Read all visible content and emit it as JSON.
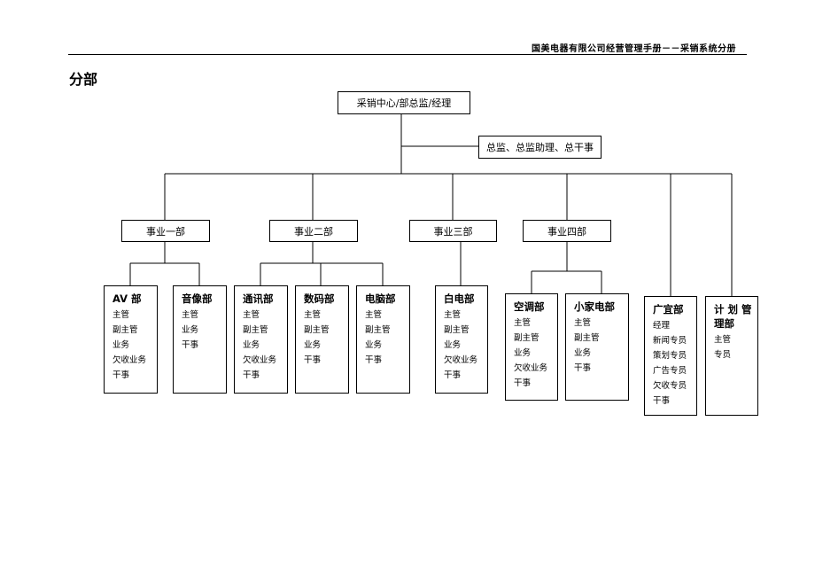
{
  "header": {
    "text": "国美电器有限公司经营管理手册－－采销系统分册"
  },
  "section_title": "分部",
  "top": {
    "label": "采销中心/部总监/经理"
  },
  "assistant": {
    "label": "总监、总监助理、总干事"
  },
  "divisions": [
    {
      "label": "事业一部"
    },
    {
      "label": "事业二部"
    },
    {
      "label": "事业三部"
    },
    {
      "label": "事业四部"
    }
  ],
  "departments": [
    {
      "title": "AV 部",
      "roles": [
        "主管",
        "副主管",
        "业务",
        "欠收业务",
        "干事"
      ]
    },
    {
      "title": "音像部",
      "roles": [
        "主管",
        "业务",
        "干事"
      ]
    },
    {
      "title": "通讯部",
      "roles": [
        "主管",
        "副主管",
        "业务",
        "欠收业务",
        "干事"
      ]
    },
    {
      "title": "数码部",
      "roles": [
        "主管",
        "副主管",
        "业务",
        "干事"
      ]
    },
    {
      "title": "电脑部",
      "roles": [
        "主管",
        "副主管",
        "业务",
        "干事"
      ]
    },
    {
      "title": "白电部",
      "roles": [
        "主管",
        "副主管",
        "业务",
        "欠收业务",
        "干事"
      ]
    },
    {
      "title": "空调部",
      "roles": [
        "主管",
        "副主管",
        "业务",
        "欠收业务",
        "干事"
      ]
    },
    {
      "title": "小家电部",
      "roles": [
        "主管",
        "副主管",
        "业务",
        "干事"
      ]
    },
    {
      "title": "广宜部",
      "roles": [
        "经理",
        "新闻专员",
        "策划专员",
        "广告专员",
        "欠收专员",
        "干事"
      ]
    },
    {
      "title": "计 划 管 理部",
      "roles": [
        "主管",
        "专员"
      ]
    }
  ]
}
